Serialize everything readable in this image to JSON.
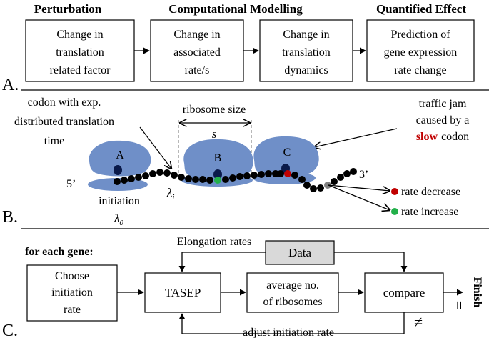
{
  "panelA": {
    "label": "A.",
    "headers": {
      "perturbation": "Perturbation",
      "modelling": "Computational Modelling",
      "effect": "Quantified Effect"
    },
    "boxes": [
      {
        "lines": [
          "Change in",
          "translation",
          "related factor"
        ]
      },
      {
        "lines": [
          "Change in",
          "associated",
          "rate/s"
        ]
      },
      {
        "lines": [
          "Change in",
          "translation",
          "dynamics"
        ]
      },
      {
        "lines": [
          "Prediction of",
          "gene expression",
          "rate change"
        ]
      }
    ]
  },
  "panelB": {
    "label": "B.",
    "codon_note": [
      "codon with exp.",
      "distributed translation",
      "time"
    ],
    "ribosome_size_label": "ribosome size",
    "ribosome_size_symbol": "s",
    "ribosomes": [
      "A",
      "B",
      "C"
    ],
    "five_prime": "5’",
    "three_prime": "3’",
    "lambda_i": "λ",
    "lambda_i_sub": "i",
    "initiation_label": "initiation",
    "lambda_0": "λ",
    "lambda_0_sub": "0",
    "traffic_note_lines": [
      "traffic jam",
      "caused by a"
    ],
    "traffic_note_slow": "slow",
    "traffic_note_codon": "codon",
    "rate_decrease": "rate decrease",
    "rate_increase": "rate increase",
    "colors": {
      "ribosome": "#6f8fc8",
      "slow": "#c00000",
      "fast": "#22b04a",
      "site": "#0a1a4a"
    }
  },
  "panelC": {
    "label": "C.",
    "for_each_gene": "for each gene:",
    "choose_lines": [
      "Choose",
      "initiation",
      "rate"
    ],
    "tasep": "TASEP",
    "average_lines": [
      "average no.",
      "of ribosomes"
    ],
    "compare": "compare",
    "data": "Data",
    "elongation_rates": "Elongation rates",
    "adjust": "adjust initiation rate",
    "equal_sign": "=",
    "not_equal_sign": "≠",
    "finish": "Finish",
    "colors": {
      "data_box": "#d9d9d9"
    }
  }
}
